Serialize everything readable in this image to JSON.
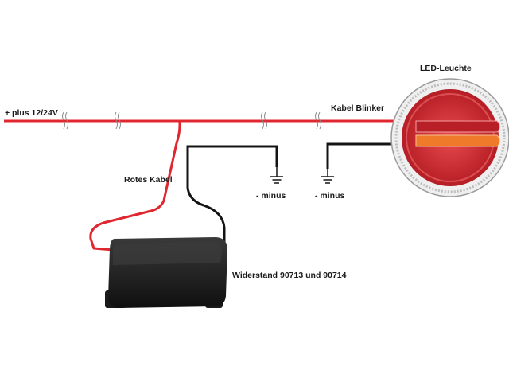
{
  "labels": {
    "supply": "+ plus 12/24V",
    "led_lamp": "LED-Leuchte",
    "blinker_cable": "Kabel  Blinker",
    "red_cable": "Rotes Kabel",
    "minus_left": "- minus",
    "minus_right": "- minus",
    "resistor": "Widerstand 90713 und 90714"
  },
  "colors": {
    "wire_red": "#e0262f",
    "wire_black": "#141414",
    "lamp_rim": "#c9c9c9",
    "lamp_body": "#d52b30",
    "lamp_amber": "#ef7f2a",
    "resistor_body": "#222222"
  }
}
